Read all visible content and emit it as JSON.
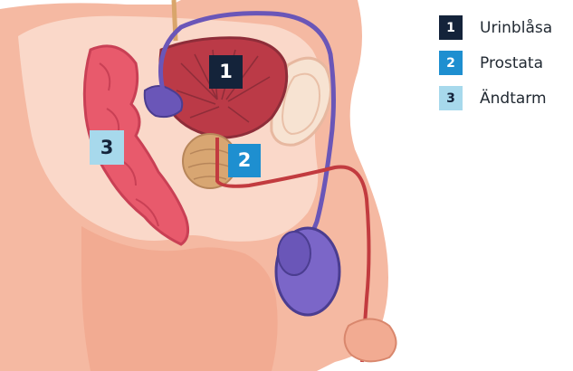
{
  "markers": {
    "bladder": "1",
    "prostate": "2",
    "rectum": "3"
  },
  "legend": {
    "items": [
      {
        "number": "1",
        "label": "Urinblåsa"
      },
      {
        "number": "2",
        "label": "Prostata"
      },
      {
        "number": "3",
        "label": "Ändtarm"
      }
    ]
  },
  "colors": {
    "marker_1": "#14233a",
    "marker_2": "#1e8fd0",
    "marker_3": "#a7d9ec",
    "skin": "#f4b8a0",
    "pelvis_tissue": "#fad3c3",
    "rectum": "#e4576a",
    "bladder": "#b93a45",
    "prostate": "#d7a371",
    "vas_deferens": "#6a56b8",
    "urethra": "#c23b3f"
  }
}
